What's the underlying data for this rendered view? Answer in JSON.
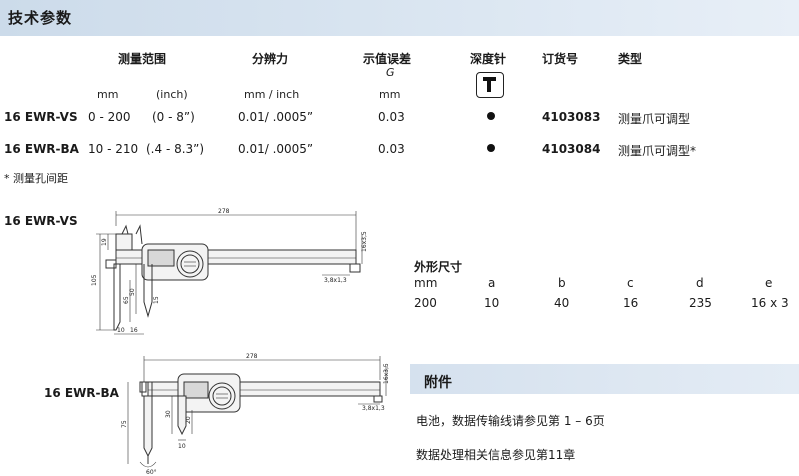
{
  "header": {
    "title": "技术参数"
  },
  "spec_table": {
    "col_headers": {
      "range": "测量范围",
      "resolution": "分辨力",
      "error": "示值误差",
      "error_symbol": "G",
      "depth": "深度针",
      "order_no": "订货号",
      "type": "类型"
    },
    "units": {
      "range_mm": "mm",
      "range_inch": "(inch)",
      "resolution": "mm / inch",
      "error": "mm"
    },
    "rows": [
      {
        "model": "16 EWR-VS",
        "range_mm": "0 - 200",
        "range_inch": "(0 - 8”)",
        "resolution": "0.01/ .0005”",
        "error": "0.03",
        "order_no": "4103083",
        "type": "测量爪可调型"
      },
      {
        "model": "16 EWR-BA",
        "range_mm": "10 - 210",
        "range_inch": "(.4 - 8.3”)",
        "resolution": "0.01/ .0005”",
        "error": "0.03",
        "order_no": "4103084",
        "type": "测量爪可调型*"
      }
    ],
    "footnote": "*  测量孔间距"
  },
  "drawing_vs": {
    "label": "16 EWR-VS",
    "dims": {
      "length": "278",
      "height": "105",
      "jaw": "19",
      "d50": "50",
      "d65": "65",
      "d15": "15",
      "w16": "16x3,5",
      "b38": "3,8x1,3",
      "d10": "10",
      "d16": "16"
    }
  },
  "drawing_ba": {
    "label": "16 EWR-BA",
    "dims": {
      "length": "278",
      "height": "75",
      "d30": "30",
      "d20": "20",
      "w16": "16x3,5",
      "b38": "3,8x1,3",
      "d10": "10",
      "angle": "60°"
    }
  },
  "dimensions": {
    "title": "外形尺寸",
    "headers": [
      "mm",
      "a",
      "b",
      "c",
      "d",
      "e"
    ],
    "values": [
      "200",
      "10",
      "40",
      "16",
      "235",
      "16 x 3"
    ]
  },
  "accessories": {
    "title": "附件",
    "line1": "电池，数据传输线请参见第 1 – 6页",
    "line2": "数据处理相关信息参见第11章"
  }
}
